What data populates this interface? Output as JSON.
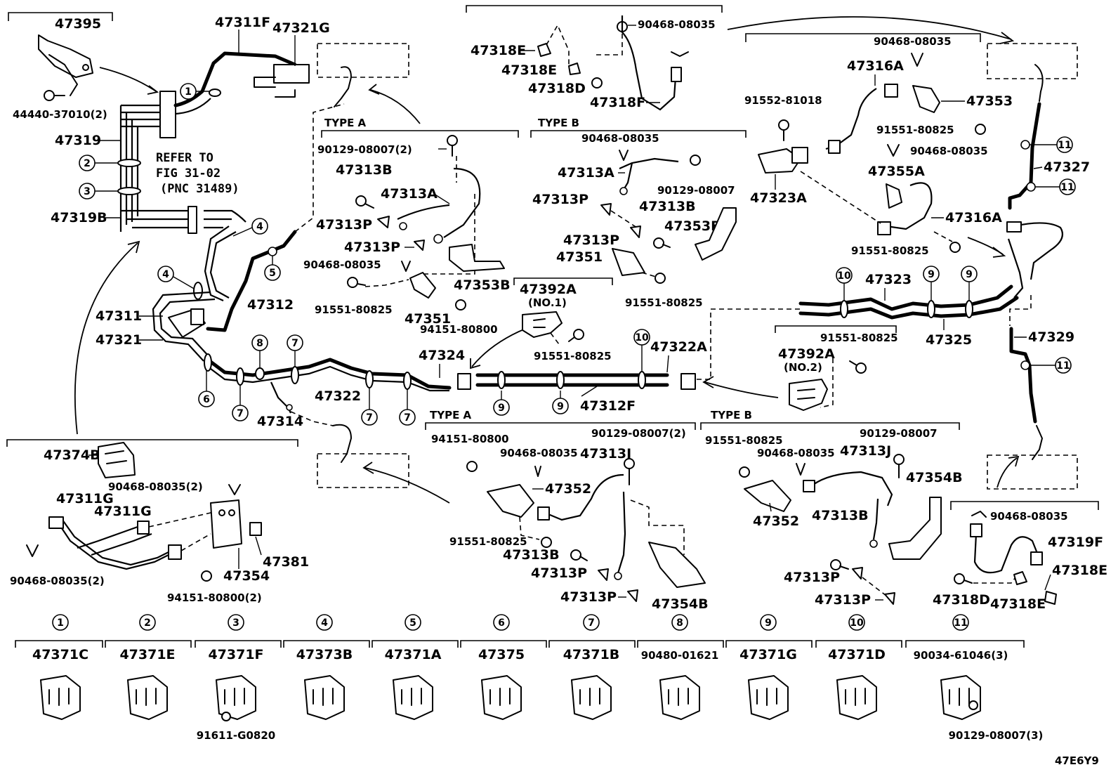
{
  "parts": {
    "p47395": "47395",
    "p44440": "44440-37010(2)",
    "p47319": "47319",
    "p47319B": "47319B",
    "p47311F": "47311F",
    "p47321G": "47321G",
    "p47311": "47311",
    "p47321": "47321",
    "p47312": "47312",
    "p47322": "47322",
    "p47314": "47314",
    "p47324": "47324",
    "p47312F": "47312F",
    "p47322A": "47322A",
    "p47323": "47323",
    "p47325": "47325",
    "p47327": "47327",
    "p47329": "47329",
    "p47323A": "47323A",
    "p91552": "91552-81018",
    "p47316A_1": "47316A",
    "p47316A_2": "47316A",
    "p90468_tr1": "90468-08035",
    "p47353": "47353",
    "p91551_tr1": "91551-80825",
    "p90468_tr2": "90468-08035",
    "p47355A": "47355A",
    "p91551_tr2": "91551-80825",
    "p90468_top": "90468-08035",
    "p47318E_a": "47318E",
    "p47318E_b": "47318E",
    "p47318D_top": "47318D",
    "p47318F": "47318F",
    "ta_90129": "90129-08007(2)",
    "ta_47313B": "47313B",
    "ta_47313A": "47313A",
    "ta_47313P_1": "47313P",
    "ta_47313P_2": "47313P",
    "ta_90468": "90468-08035",
    "ta_91551": "91551-80825",
    "ta_47351": "47351",
    "ta_94151": "94151-80800",
    "ta_47353B": "47353B",
    "tb_90468": "90468-08035",
    "tb_47313A": "47313A",
    "tb_90129": "90129-08007",
    "tb_47313P_1": "47313P",
    "tb_47313B": "47313B",
    "tb_47353B": "47353B",
    "tb_47313P_2": "47313P",
    "tb_47351": "47351",
    "tb_91551": "91551-80825",
    "p47392A_1": "47392A",
    "p47392A_1n": "(NO.1)",
    "p91551_mid": "91551-80825",
    "p91551_r": "91551-80825",
    "p47392A_2": "47392A",
    "p47392A_2n": "(NO.2)",
    "la_94151": "94151-80800",
    "la_90468": "90468-08035",
    "la_90129": "90129-08007(2)",
    "la_47313J": "47313J",
    "la_47352": "47352",
    "la_91551": "91551-80825",
    "la_47313B": "47313B",
    "la_47313P_1": "47313P",
    "la_47313P_2": "47313P",
    "la_47354B": "47354B",
    "lb_91551": "91551-80825",
    "lb_90468": "90468-08035",
    "lb_47313J": "47313J",
    "lb_90129": "90129-08007",
    "lb_47354B": "47354B",
    "lb_47352": "47352",
    "lb_47313B": "47313B",
    "lb_47313P_1": "47313P",
    "lb_47313P_2": "47313P",
    "br_90468": "90468-08035",
    "br_47319F": "47319F",
    "br_47318E_1": "47318E",
    "br_47318D": "47318D",
    "br_47318E_2": "47318E",
    "bl_47374B": "47374B",
    "bl_90468a": "90468-08035(2)",
    "bl_47311G_1": "47311G",
    "bl_47311G_2": "47311G",
    "bl_47354": "47354",
    "bl_47381": "47381",
    "bl_90468b": "90468-08035(2)",
    "bl_94151": "94151-80800(2)"
  },
  "refer": {
    "line1": "REFER TO",
    "line2": "FIG 31-02",
    "line3": "(PNC 31489)"
  },
  "types": {
    "type_a_top": "TYPE A",
    "type_b_top": "TYPE B",
    "type_a_low": "TYPE A",
    "type_b_low": "TYPE B"
  },
  "callouts": {
    "c1": "1",
    "c2": "2",
    "c3": "3",
    "c4a": "4",
    "c4b": "4",
    "c5": "5",
    "c6": "6",
    "c7a": "7",
    "c7b": "7",
    "c7c": "7",
    "c7d": "7",
    "c8": "8",
    "c9a": "9",
    "c9b": "9",
    "c9c": "9",
    "c9d": "9",
    "c10a": "10",
    "c10b": "10",
    "c11a": "11",
    "c11b": "11",
    "c11c": "11"
  },
  "legend": [
    {
      "num": "1",
      "part": "47371C"
    },
    {
      "num": "2",
      "part": "47371E"
    },
    {
      "num": "3",
      "part": "47371F",
      "extra": "91611-G0820"
    },
    {
      "num": "4",
      "part": "47373B"
    },
    {
      "num": "5",
      "part": "47371A"
    },
    {
      "num": "6",
      "part": "47375"
    },
    {
      "num": "7",
      "part": "47371B"
    },
    {
      "num": "8",
      "part": "90480-01621"
    },
    {
      "num": "9",
      "part": "47371G"
    },
    {
      "num": "10",
      "part": "47371D"
    },
    {
      "num": "11",
      "part": "90034-61046(3)",
      "extra": "90129-08007(3)"
    }
  ],
  "figure_code": "47E6Y9"
}
